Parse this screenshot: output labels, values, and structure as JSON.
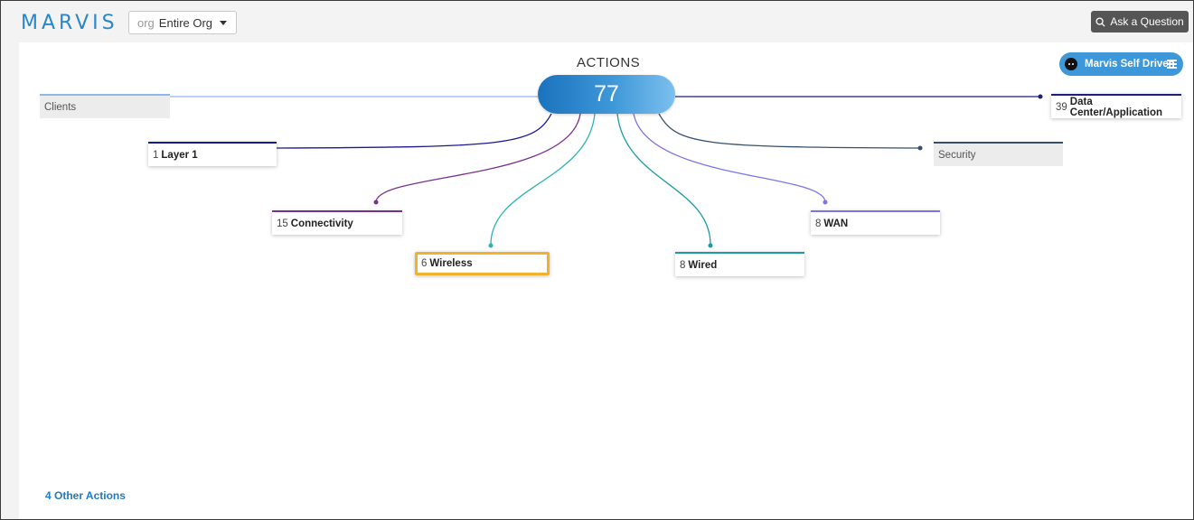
{
  "app": {
    "title": "MARVIS"
  },
  "org_select": {
    "prefix": "org",
    "value": "Entire Org"
  },
  "ask_button": {
    "label": "Ask a Question",
    "icon": "search-icon"
  },
  "self_driven": {
    "label": "Marvis Self Driven"
  },
  "actions": {
    "title": "ACTIONS",
    "total": "77"
  },
  "categories": {
    "clients": {
      "count": "",
      "label": "Clients",
      "color": "#8fb6e9"
    },
    "data_center": {
      "count": "39",
      "label": "Data Center/Application",
      "color": "#1c1f7a"
    },
    "layer1": {
      "count": "1",
      "label": "Layer 1",
      "color": "#1a1a8f"
    },
    "security": {
      "count": "",
      "label": "Security",
      "color": "#34506e"
    },
    "connectivity": {
      "count": "15",
      "label": "Connectivity",
      "color": "#7a2f8e"
    },
    "wan": {
      "count": "8",
      "label": "WAN",
      "color": "#7b74e6"
    },
    "wireless": {
      "count": "6",
      "label": "Wireless",
      "color": "#2bb3b3",
      "selected_border": "#f0b12e"
    },
    "wired": {
      "count": "8",
      "label": "Wired",
      "color": "#1a9aa8"
    }
  },
  "other_actions": {
    "label": "4 Other Actions"
  }
}
